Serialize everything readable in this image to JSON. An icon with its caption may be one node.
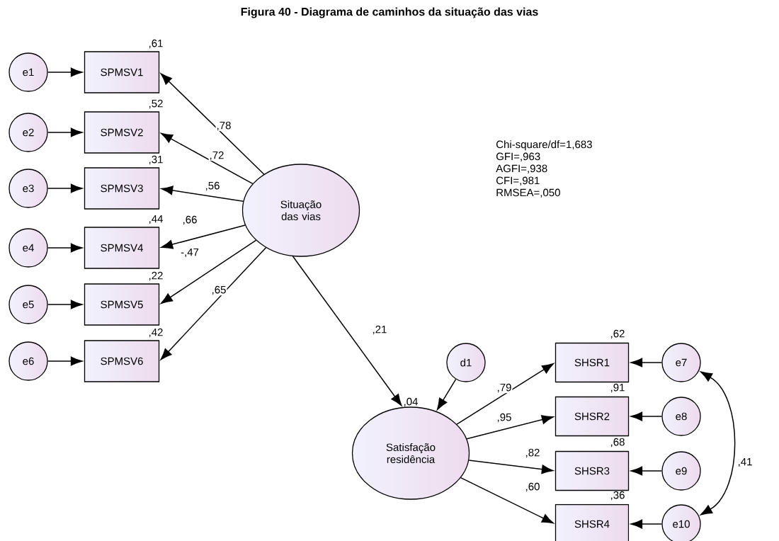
{
  "diagram": {
    "title": "Figura 40 - Diagrama de caminhos da situação das vias",
    "nodes": [
      {
        "text": [
          "e1"
        ]
      },
      {
        "text": [
          "e2"
        ]
      },
      {
        "text": [
          "e3"
        ]
      },
      {
        "text": [
          "e4"
        ]
      },
      {
        "text": [
          "e5"
        ]
      },
      {
        "text": [
          "e6"
        ]
      },
      {
        "text": [
          "SPMSV1"
        ],
        "beside": [
          ",61"
        ]
      },
      {
        "text": [
          "SPMSV2"
        ],
        "beside": [
          ",52"
        ]
      },
      {
        "text": [
          "SPMSV3"
        ],
        "beside": [
          ",31"
        ]
      },
      {
        "text": [
          "SPMSV4"
        ],
        "beside": [
          ",44"
        ]
      },
      {
        "text": [
          "SPMSV5"
        ],
        "beside": [
          ",22"
        ]
      },
      {
        "text": [
          "SPMSV6"
        ],
        "beside": [
          ",42"
        ]
      },
      {
        "text": [
          "Situação das vias"
        ]
      },
      {
        "text": [
          "d1"
        ]
      },
      {
        "text": [
          "Satisfação residência"
        ],
        "beside": [
          ",04"
        ]
      },
      {
        "text": [
          "SHSR1"
        ],
        "beside": [
          ",62"
        ]
      },
      {
        "text": [
          "SHSR2"
        ],
        "beside": [
          ",91"
        ]
      },
      {
        "text": [
          "SHSR3"
        ],
        "beside": [
          ",68"
        ]
      },
      {
        "text": [
          "SHSR4"
        ],
        "beside": [
          ",36"
        ]
      },
      {
        "text": [
          "e7"
        ]
      },
      {
        "text": [
          "e8"
        ]
      },
      {
        "text": [
          "e9"
        ]
      },
      {
        "text": [
          "e10"
        ]
      }
    ],
    "edges": [
      {
        "from": 0,
        "to": 6,
        "arrow": "to"
      },
      {
        "from": 1,
        "to": 7,
        "arrow": "to"
      },
      {
        "from": 2,
        "to": 8,
        "arrow": "to"
      },
      {
        "from": 3,
        "to": 9,
        "arrow": "to"
      },
      {
        "from": 4,
        "to": 10,
        "arrow": "to"
      },
      {
        "from": 5,
        "to": 11,
        "arrow": "to"
      },
      {
        "from": 12,
        "to": 6,
        "arrow": "to",
        "label": ",78"
      },
      {
        "from": 12,
        "to": 7,
        "arrow": "to",
        "label": ",72"
      },
      {
        "from": 12,
        "to": 8,
        "arrow": "to",
        "label": ",56"
      },
      {
        "from": 12,
        "to": 9,
        "arrow": "to",
        "label": ",66"
      },
      {
        "from": 12,
        "to": 10,
        "arrow": "to",
        "label": "-,47"
      },
      {
        "from": 12,
        "to": 11,
        "arrow": "to",
        "label": ",65"
      },
      {
        "from": 12,
        "to": 14,
        "arrow": "to",
        "label": ",21"
      },
      {
        "from": 13,
        "to": 14,
        "arrow": "to"
      },
      {
        "from": 14,
        "to": 15,
        "arrow": "to",
        "label": ",79"
      },
      {
        "from": 14,
        "to": 16,
        "arrow": "to",
        "label": ",95"
      },
      {
        "from": 14,
        "to": 17,
        "arrow": "to",
        "label": ",82"
      },
      {
        "from": 14,
        "to": 18,
        "arrow": "to",
        "label": ",60"
      },
      {
        "from": 19,
        "to": 15,
        "arrow": "to"
      },
      {
        "from": 20,
        "to": 16,
        "arrow": "to"
      },
      {
        "from": 21,
        "to": 17,
        "arrow": "to"
      },
      {
        "from": 22,
        "to": 18,
        "arrow": "to"
      },
      {
        "from": 19,
        "to": 22,
        "arrow": "both",
        "label": ",41"
      }
    ],
    "labels": [
      "Chi-square/df=1,683",
      "GFI=,963",
      "AGFI=,938",
      "CFI=,981",
      "RMSEA=,050"
    ]
  }
}
